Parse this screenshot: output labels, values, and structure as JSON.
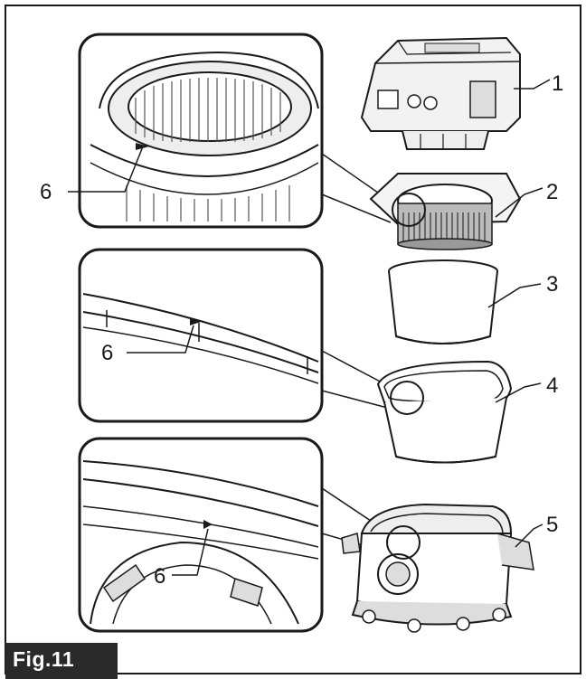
{
  "figure": {
    "label": "Fig.11",
    "label_bg": "#2a2a2a"
  },
  "callouts": {
    "part1": "1",
    "part2": "2",
    "part3": "3",
    "part4": "4",
    "part5": "5",
    "detail_top": "6",
    "detail_middle": "6",
    "detail_bottom": "6"
  },
  "colors": {
    "line": "#1a1a1a",
    "panel_bg": "#ffffff",
    "shade": "#d9d9d9"
  }
}
